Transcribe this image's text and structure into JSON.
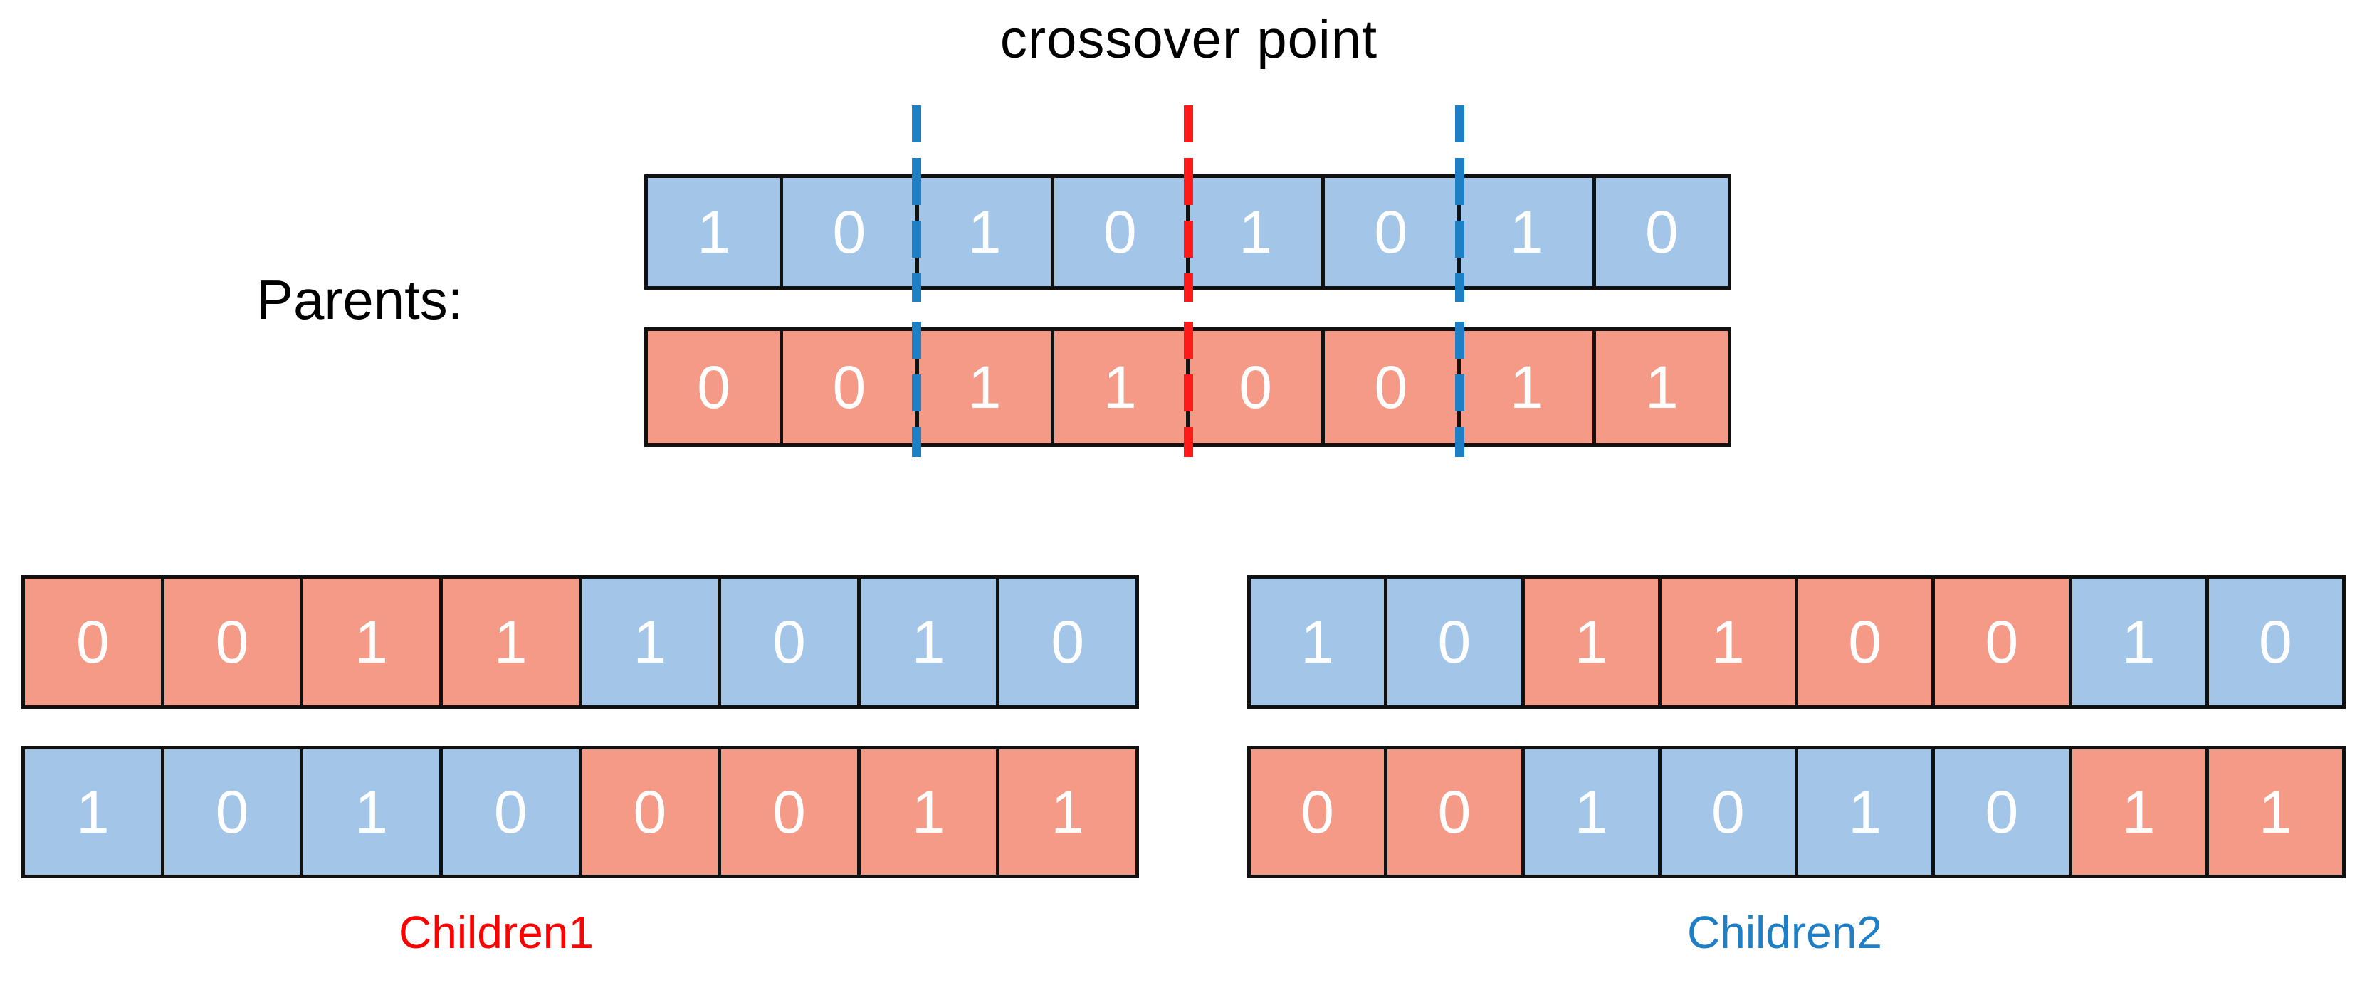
{
  "diagram": {
    "title_label": "crossover point",
    "parents_label": "Parents:",
    "children1_label": "Children1",
    "children2_label": "Children2"
  },
  "colors": {
    "blue_cell": "#A3C6E8",
    "salmon_cell": "#F59A86",
    "crossover_blue": "#1F7FC4",
    "crossover_red": "#FF1A1A",
    "children1_label_color": "#FF0000",
    "children2_label_color": "#1F7FC4",
    "cell_border": "#111111",
    "bit_text": "#FFFFFF"
  },
  "parents": [
    {
      "name": "parent-1",
      "bits": [
        "1",
        "0",
        "1",
        "0",
        "1",
        "0",
        "1",
        "0"
      ],
      "origins": [
        "blue",
        "blue",
        "blue",
        "blue",
        "blue",
        "blue",
        "blue",
        "blue"
      ]
    },
    {
      "name": "parent-2",
      "bits": [
        "0",
        "0",
        "1",
        "1",
        "0",
        "0",
        "1",
        "1"
      ],
      "origins": [
        "salmon",
        "salmon",
        "salmon",
        "salmon",
        "salmon",
        "salmon",
        "salmon",
        "salmon"
      ]
    }
  ],
  "crossover_points": [
    {
      "after_index": 2,
      "color": "blue"
    },
    {
      "after_index": 4,
      "color": "red"
    },
    {
      "after_index": 6,
      "color": "blue"
    }
  ],
  "children1": [
    {
      "name": "children1-row-1",
      "bits": [
        "0",
        "0",
        "1",
        "1",
        "1",
        "0",
        "1",
        "0"
      ],
      "origins": [
        "salmon",
        "salmon",
        "salmon",
        "salmon",
        "blue",
        "blue",
        "blue",
        "blue"
      ]
    },
    {
      "name": "children1-row-2",
      "bits": [
        "1",
        "0",
        "1",
        "0",
        "0",
        "0",
        "1",
        "1"
      ],
      "origins": [
        "blue",
        "blue",
        "blue",
        "blue",
        "salmon",
        "salmon",
        "salmon",
        "salmon"
      ]
    }
  ],
  "children2": [
    {
      "name": "children2-row-1",
      "bits": [
        "1",
        "0",
        "1",
        "1",
        "0",
        "0",
        "1",
        "0"
      ],
      "origins": [
        "blue",
        "blue",
        "salmon",
        "salmon",
        "salmon",
        "salmon",
        "blue",
        "blue"
      ]
    },
    {
      "name": "children2-row-2",
      "bits": [
        "0",
        "0",
        "1",
        "0",
        "1",
        "0",
        "1",
        "1"
      ],
      "origins": [
        "salmon",
        "salmon",
        "blue",
        "blue",
        "blue",
        "blue",
        "salmon",
        "salmon"
      ]
    }
  ]
}
